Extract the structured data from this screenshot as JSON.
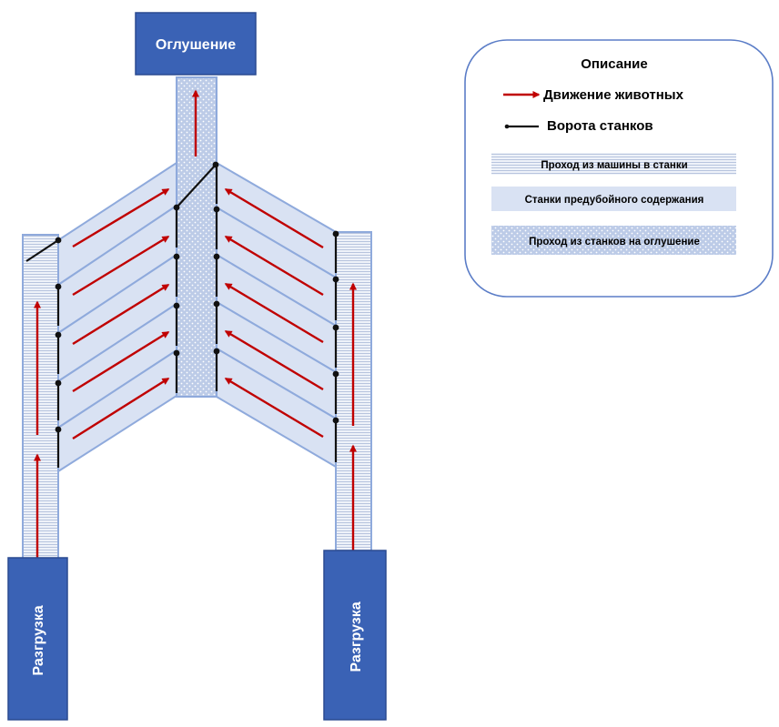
{
  "blocks": {
    "stunning": "Оглушение",
    "unloading_left": "Разгрузка",
    "unloading_right": "Разгрузка"
  },
  "legend": {
    "title": "Описание",
    "movement": "Движение животных",
    "gates": "Ворота станков",
    "lane_truck_to_pens": "Проход из машины в станки",
    "holding_pens": "Станки предубойного содержания",
    "lane_pens_to_stunning": "Проход из станков на оглушение"
  },
  "colors": {
    "block": "#3a62b5",
    "block_border": "#2a4a91",
    "pen_fill": "#d9e2f3",
    "pen_border": "#8faadc",
    "arrow": "#c00000",
    "gate": "#111111"
  }
}
